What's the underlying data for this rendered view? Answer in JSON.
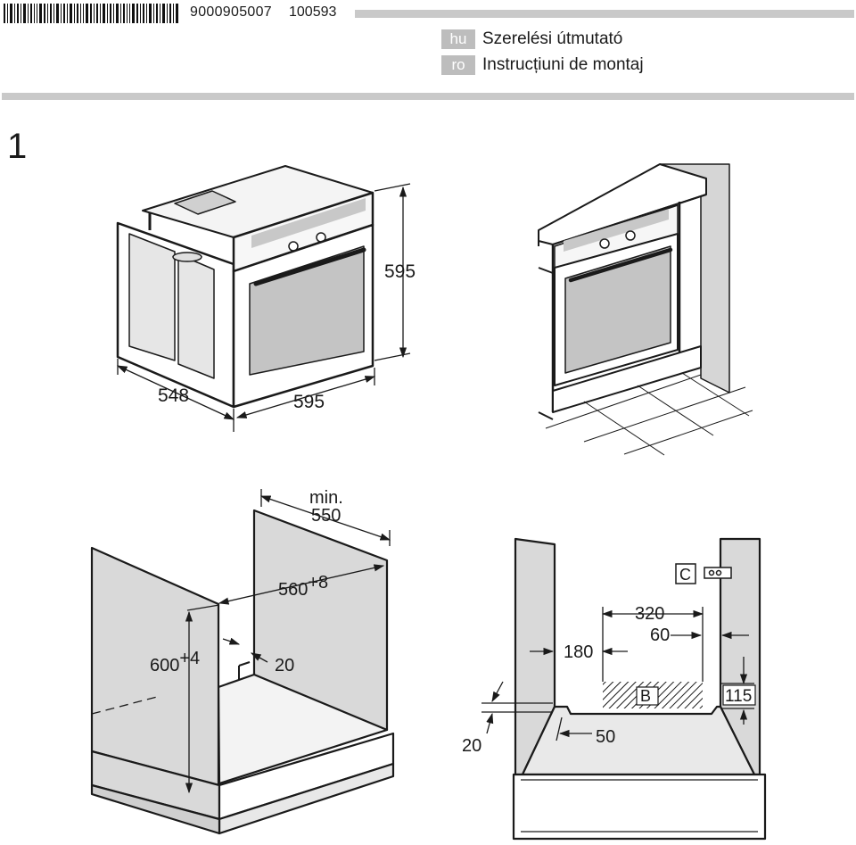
{
  "header": {
    "doc_number": "9000905007",
    "doc_code": "100593",
    "languages": [
      {
        "code": "hu",
        "title": "Szerelési útmutató"
      },
      {
        "code": "ro",
        "title": "Instrucțiuni de montaj"
      }
    ]
  },
  "figure": {
    "number": "1",
    "oven_dims": {
      "height": "595",
      "depth": "548",
      "width": "595"
    },
    "cabinet": {
      "min_label": "min.",
      "min_depth": "550",
      "width_base": "560",
      "width_tol": "+8",
      "height_base": "600",
      "height_tol": "+4",
      "gap": "20"
    },
    "plan": {
      "c_label": "C",
      "b_label": "B",
      "d320": "320",
      "d60": "60",
      "d180": "180",
      "d115": "115",
      "d50": "50",
      "d20": "20"
    }
  },
  "colors": {
    "bar": "#c9c9c9",
    "panel": "#d9d9d9",
    "dark": "#1a1a1a"
  }
}
